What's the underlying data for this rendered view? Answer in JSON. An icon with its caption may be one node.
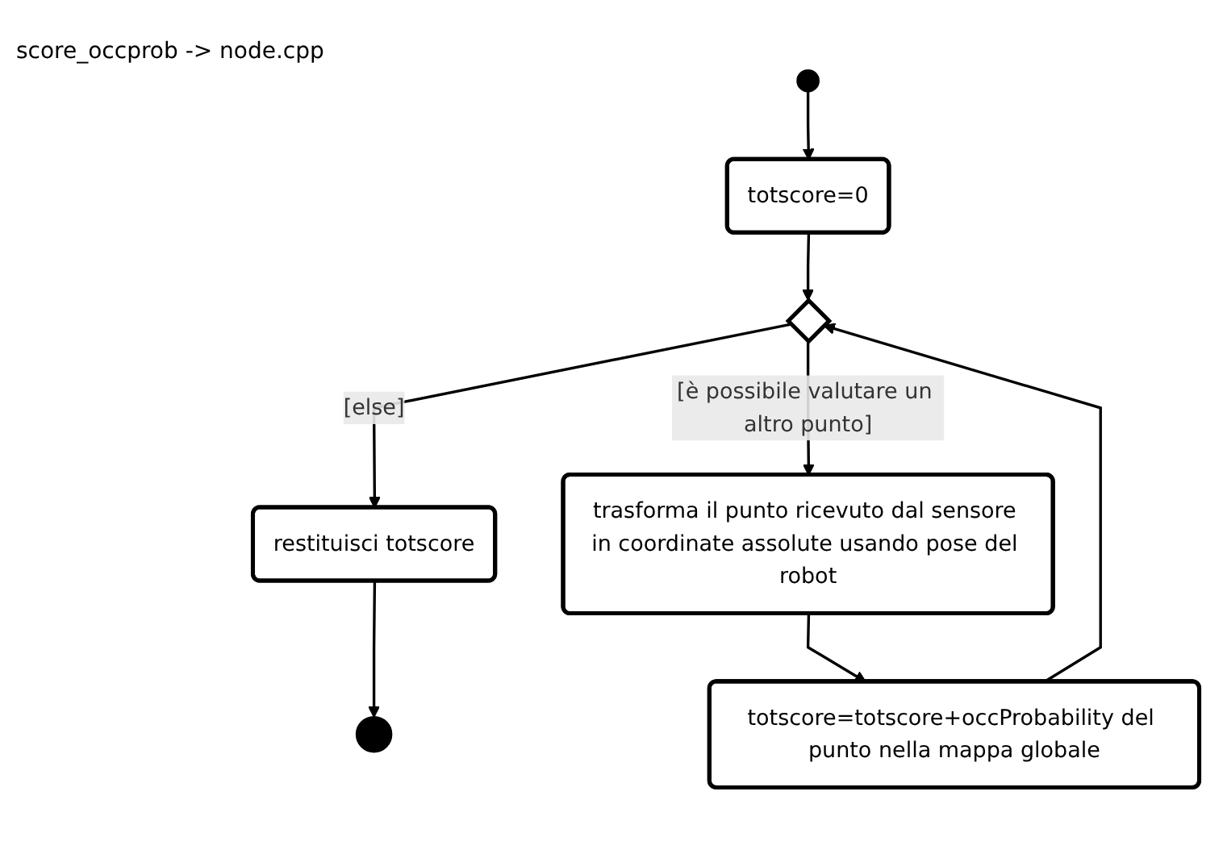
{
  "diagram": {
    "nodes": [
      {
        "text": [],
        "shape": "circle"
      },
      {
        "text": [
          "totscore=0"
        ]
      },
      {
        "text": [],
        "shape": "diamond"
      },
      {
        "text": [
          "restituisci totscore"
        ]
      },
      {
        "text": [],
        "shape": "circle"
      },
      {
        "text": [
          "trasforma il punto ricevuto dal sensore in coordinate assolute usando pose del robot"
        ]
      },
      {
        "text": [
          "totscore=totscore+occProbability del punto nella mappa globale"
        ]
      }
    ],
    "edges": [
      {
        "from": 0,
        "to": 1,
        "arrow": "to"
      },
      {
        "from": 1,
        "to": 2,
        "arrow": "to"
      },
      {
        "from": 2,
        "to": 3,
        "arrow": "to",
        "label": "[else]"
      },
      {
        "from": 3,
        "to": 4,
        "arrow": "to"
      },
      {
        "from": 2,
        "to": 5,
        "arrow": "to",
        "label": "[è possibile valutare un altro punto]"
      },
      {
        "from": 5,
        "to": 6,
        "arrow": "to"
      },
      {
        "from": 6,
        "to": 2,
        "arrow": "to"
      }
    ],
    "labels": [
      "score_occprob -> node.cpp"
    ]
  }
}
